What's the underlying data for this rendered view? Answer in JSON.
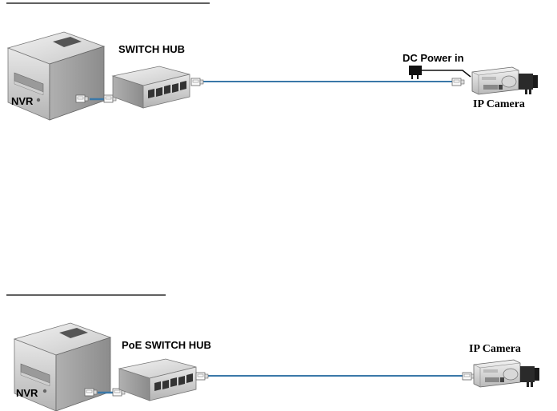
{
  "diagram_top": {
    "nvr_label": "NVR",
    "switch_label": "SWITCH HUB",
    "power_label": "DC Power in",
    "camera_label": "IP Camera"
  },
  "diagram_bottom": {
    "nvr_label": "NVR",
    "switch_label": "PoE SWITCH HUB",
    "camera_label": "IP Camera"
  },
  "colors": {
    "cable": "#3a78a8",
    "device_light": "#e6e6e6",
    "device_mid": "#bdbdbd",
    "device_dark": "#7a7a7a"
  },
  "icons": [
    "nvr-icon",
    "switch-hub-icon",
    "rj45-connector-icon",
    "ip-camera-icon",
    "power-adapter-icon"
  ]
}
